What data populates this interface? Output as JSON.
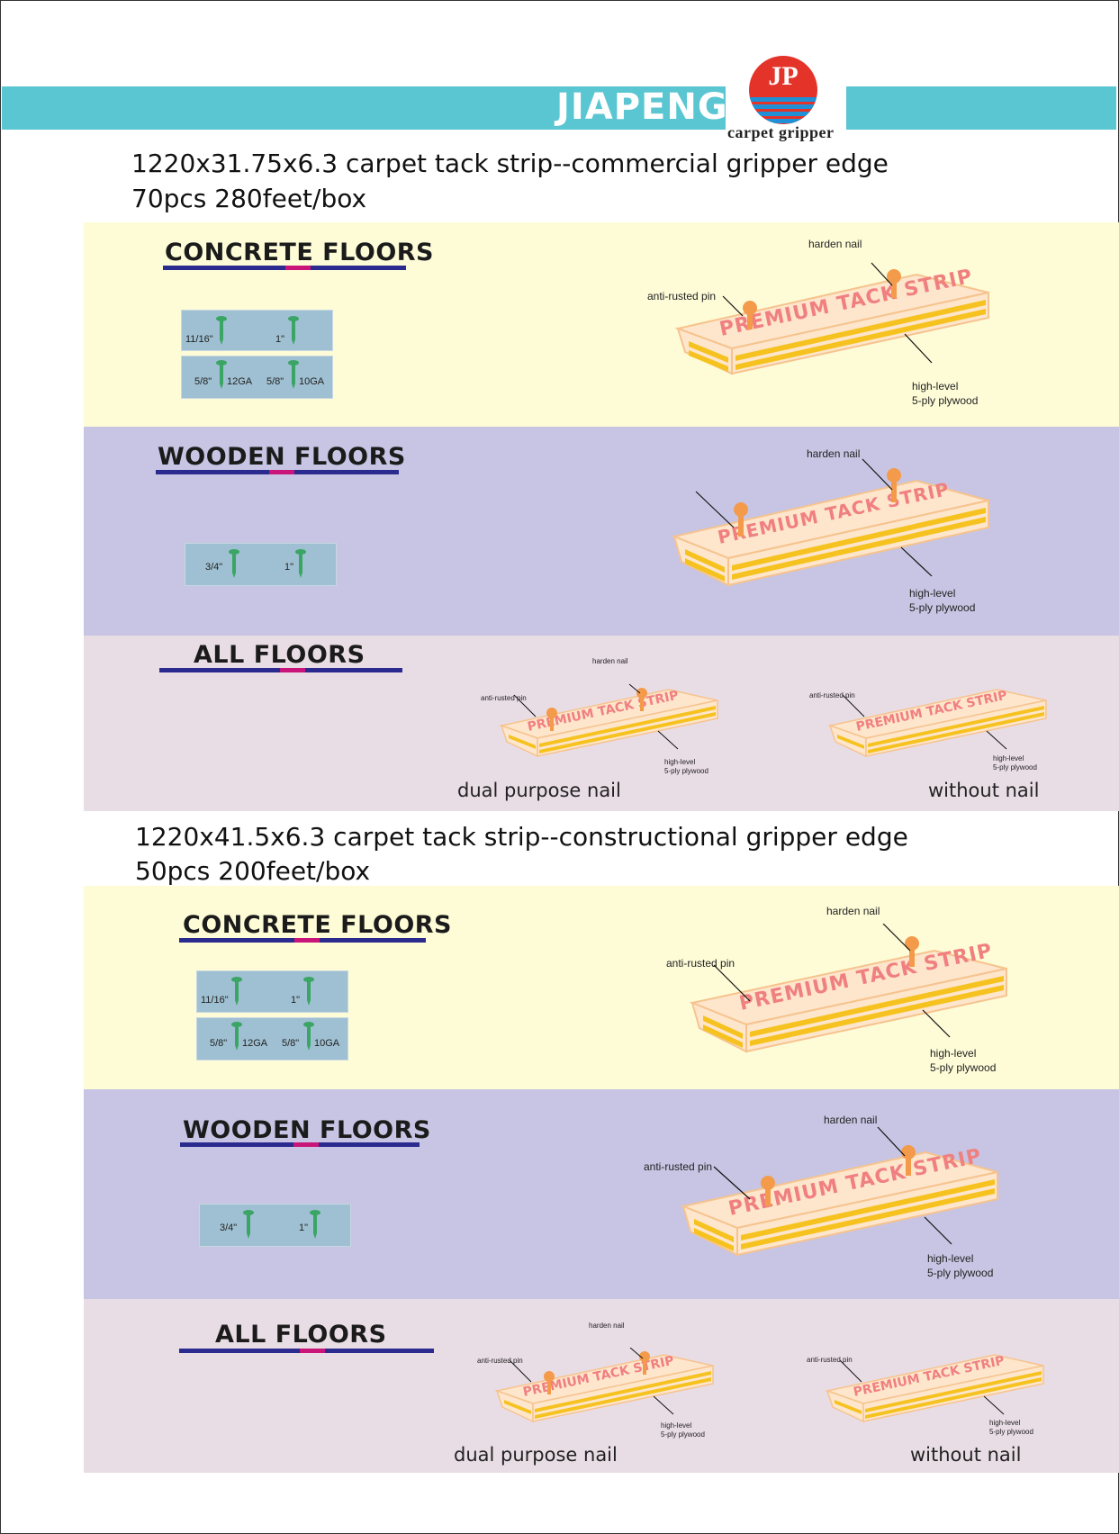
{
  "header": {
    "brand": "JIAPENG",
    "logo_text": "JP",
    "logo_subtitle": "carpet gripper"
  },
  "colors": {
    "band": "#5ac6d2",
    "concrete_bg": "#fefcd7",
    "wooden_bg": "#c7c5e3",
    "all_bg": "#e9dde5",
    "underline": "#2b2a8f",
    "underline_accent": "#c9157a",
    "nail_green": "#3aa564",
    "nail_orange": "#f39b4a",
    "strip_text": "#f08080"
  },
  "strip_text": "PREMIUM TACK STRIP",
  "products": [
    {
      "title": "1220x31.75x6.3 carpet tack strip--commercial  gripper edge",
      "subtitle": "70pcs  280feet/box",
      "panels": [
        {
          "title": "CONCRETE  FLOORS",
          "nails": [
            "11/16\"",
            "1\"",
            "5/8\"",
            "12GA",
            "5/8\"",
            "10GA"
          ],
          "labels": {
            "harden": "harden nail",
            "pin": "anti-rusted pin",
            "ply1": "high-level",
            "ply2": "5-ply plywood"
          }
        },
        {
          "title": "WOODEN   FLOORS",
          "nails": [
            "3/4\"",
            "1\""
          ],
          "labels": {
            "harden": "harden nail",
            "ply1": "high-level",
            "ply2": "5-ply plywood"
          }
        },
        {
          "title": "ALL   FLOORS",
          "left": {
            "harden": "harden nail",
            "pin": "anti-rusted pin",
            "ply1": "high-level",
            "ply2": "5-ply plywood",
            "caption": "dual purpose nail"
          },
          "right": {
            "pin": "anti-rusted pin",
            "ply1": "high-level",
            "ply2": "5-ply plywood",
            "caption": "without nail"
          }
        }
      ]
    },
    {
      "title": "1220x41.5x6.3 carpet tack strip--constructional  gripper edge",
      "subtitle": "50pcs  200feet/box",
      "panels": [
        {
          "title": "CONCRETE  FLOORS",
          "nails": [
            "11/16\"",
            "1\"",
            "5/8\"",
            "12GA",
            "5/8\"",
            "10GA"
          ],
          "labels": {
            "harden": "harden nail",
            "pin": "anti-rusted pin",
            "ply1": "high-level",
            "ply2": "5-ply plywood"
          }
        },
        {
          "title": "WOODEN   FLOORS",
          "nails": [
            "3/4\"",
            "1\""
          ],
          "labels": {
            "harden": "harden nail",
            "pin": "anti-rusted pin",
            "ply1": "high-level",
            "ply2": "5-ply plywood"
          }
        },
        {
          "title": "ALL   FLOORS",
          "left": {
            "harden": "harden nail",
            "pin": "anti-rusted pin",
            "ply1": "high-level",
            "ply2": "5-ply plywood",
            "caption": "dual purpose nail"
          },
          "right": {
            "pin": "anti-rusted pin",
            "ply1": "high-level",
            "ply2": "5-ply plywood",
            "caption": "without nail"
          }
        }
      ]
    }
  ]
}
